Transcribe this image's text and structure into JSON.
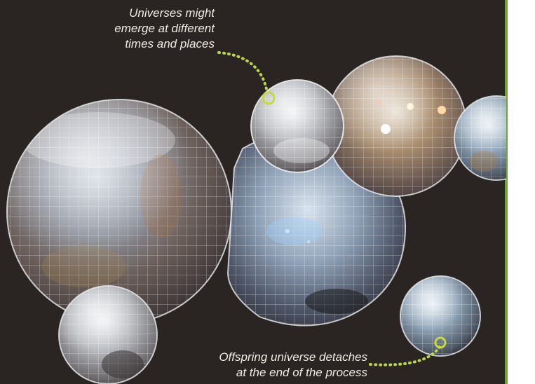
{
  "captions": {
    "emerge": {
      "line1": "Universes might",
      "line2": "emerge at different",
      "line3": "times and places"
    },
    "detach": {
      "line1": "Offspring universe detaches",
      "line2": "at the end of the process"
    }
  },
  "colors": {
    "background": "#2a2522",
    "accent_stripe": "#6fa63a",
    "marker_ring": "#c6da3f",
    "dotted_leader": "#b9d64a",
    "caption_text": "#f1ece3"
  },
  "icons": {
    "emergence_marker": "ring-marker-icon",
    "detach_marker": "ring-marker-icon"
  }
}
